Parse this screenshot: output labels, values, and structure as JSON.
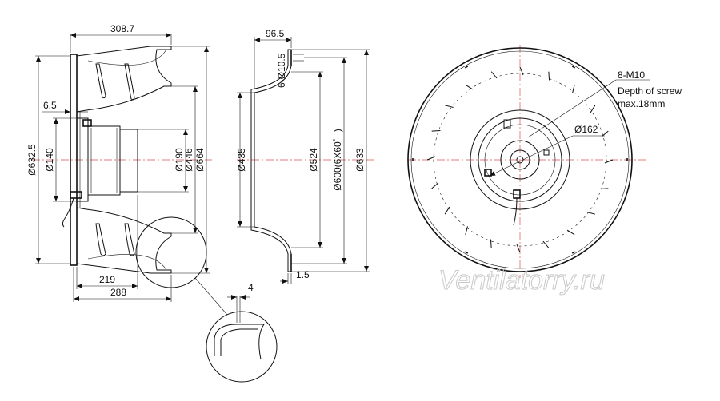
{
  "side_view": {
    "width_total": "308.7",
    "flange_thickness": "6.5",
    "dia_overall": "Ø632.5",
    "dia_hub": "Ø140",
    "dia_190": "Ø190",
    "dia_446": "Ø446",
    "dia_664": "Ø664",
    "depth_219": "219",
    "depth_288": "288",
    "detail_thickness": "4"
  },
  "section_view": {
    "width": "96.5",
    "holes": "6-Ø10.5",
    "dia_435": "Ø435",
    "dia_524": "Ø524",
    "dia_pcd": "Ø600(6X60゜)",
    "dia_633": "Ø633",
    "wall": "1.5"
  },
  "front_view": {
    "screw_spec": "8-M10",
    "screw_note_1": "Depth of screw",
    "screw_note_2": "max.18mm",
    "dia_162": "Ø162"
  },
  "watermark": "Ventilatorry.ru"
}
